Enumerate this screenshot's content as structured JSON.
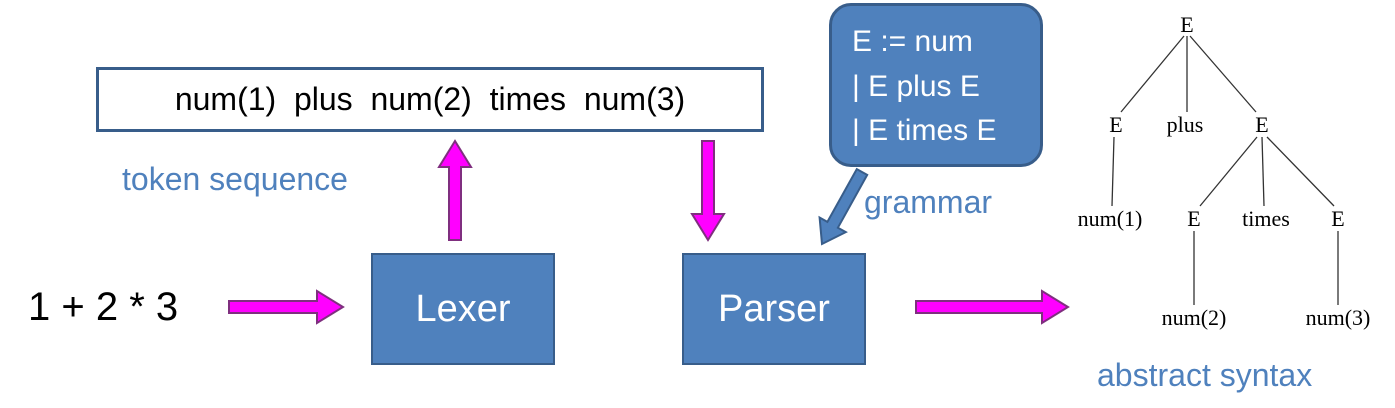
{
  "input_expression": "1 + 2 * 3",
  "lexer": {
    "label": "Lexer"
  },
  "parser": {
    "label": "Parser"
  },
  "token_sequence": {
    "text": "num(1)  plus  num(2)  times  num(3)",
    "caption": "token sequence"
  },
  "grammar": {
    "lines": [
      "E := num",
      "| E plus E",
      "| E times E"
    ],
    "caption": "grammar"
  },
  "syntax_tree": {
    "caption": "abstract syntax",
    "nodes": {
      "root": "E",
      "left": "E",
      "plus": "plus",
      "right": "E",
      "num1": "num(1)",
      "inner_left": "E",
      "times": "times",
      "inner_right": "E",
      "num2": "num(2)",
      "num3": "num(3)"
    }
  },
  "colors": {
    "box_fill": "#4f81bd",
    "box_border": "#385d8a",
    "caption_text": "#4f81bd",
    "arrow_fill": "#ff00ff",
    "arrow_stroke": "#7f2f7f",
    "grammar_arrow": "#4f81bd"
  }
}
